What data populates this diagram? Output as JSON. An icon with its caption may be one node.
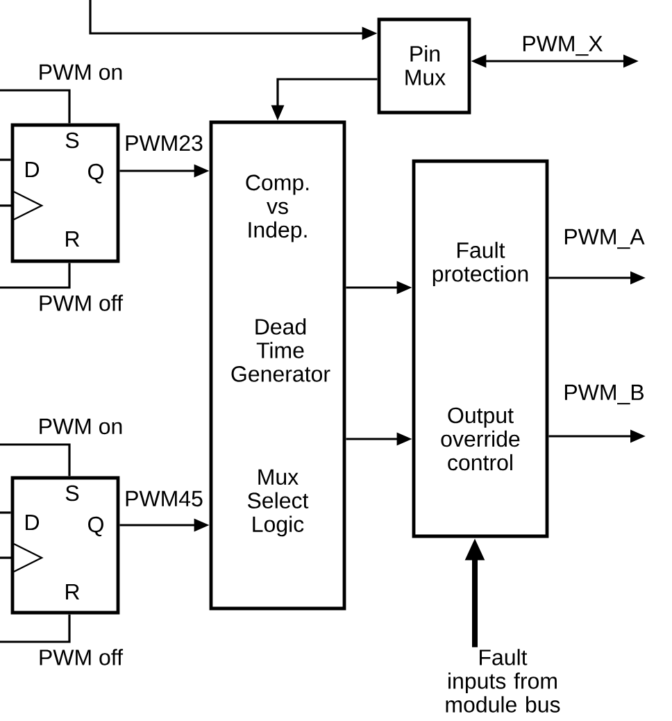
{
  "diagram": {
    "nodes": [
      {
        "text": [
          "S",
          "D",
          "Q",
          "R"
        ]
      },
      {
        "text": [
          "Pin Mux"
        ]
      },
      {
        "text": [
          "Comp. vs Indep.",
          "Dead Time Generator",
          "Mux Select Logic"
        ]
      },
      {
        "text": [
          "Fault protection",
          "Output override control"
        ]
      },
      {
        "text": [
          "S",
          "D",
          "Q",
          "R"
        ]
      },
      {
        "text": [
          "Fault inputs from module bus"
        ]
      }
    ],
    "edges": [
      {
        "from": 0,
        "to": 2,
        "arrow": "to",
        "label": "PWM23"
      },
      {
        "from": 4,
        "to": 2,
        "arrow": "to",
        "label": "PWM45"
      },
      {
        "from": null,
        "to": 1,
        "arrow": "to"
      },
      {
        "from": 1,
        "to": 2,
        "arrow": "to"
      },
      {
        "from": 1,
        "to": null,
        "arrow": "both",
        "label": "PWM_X"
      },
      {
        "from": 2,
        "to": 3,
        "arrow": "to"
      },
      {
        "from": 2,
        "to": 3,
        "arrow": "to"
      },
      {
        "from": 3,
        "to": null,
        "arrow": "to",
        "label": "PWM_A"
      },
      {
        "from": 3,
        "to": null,
        "arrow": "to",
        "label": "PWM_B"
      },
      {
        "from": 5,
        "to": 3,
        "arrow": "to",
        "style": "thick"
      },
      {
        "from": null,
        "to": 0,
        "arrow": "none",
        "label": "PWM on"
      },
      {
        "from": null,
        "to": 0,
        "arrow": "none",
        "label": "PWM off"
      },
      {
        "from": null,
        "to": 0,
        "arrow": "none"
      },
      {
        "from": null,
        "to": 4,
        "arrow": "none",
        "label": "PWM on"
      },
      {
        "from": null,
        "to": 4,
        "arrow": "none",
        "label": "PWM off"
      },
      {
        "from": null,
        "to": 4,
        "arrow": "none"
      }
    ]
  }
}
